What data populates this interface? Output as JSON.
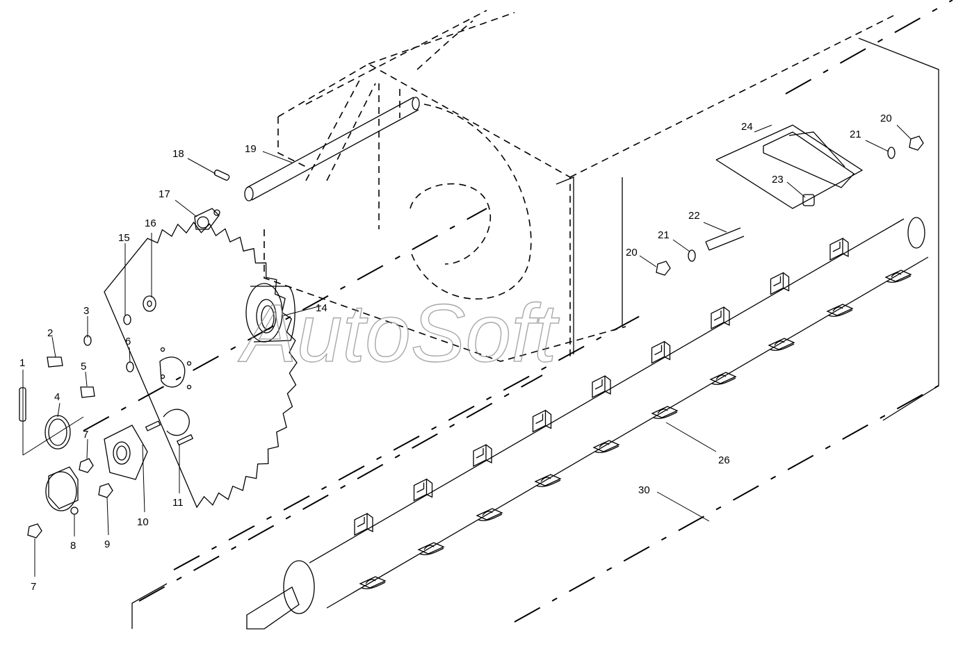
{
  "diagram": {
    "watermark": "AutoSoft",
    "callouts": [
      {
        "id": "c1",
        "text": "1"
      },
      {
        "id": "c2",
        "text": "2"
      },
      {
        "id": "c3",
        "text": "3"
      },
      {
        "id": "c4",
        "text": "4"
      },
      {
        "id": "c5",
        "text": "5"
      },
      {
        "id": "c6",
        "text": "6"
      },
      {
        "id": "c7a",
        "text": "7"
      },
      {
        "id": "c7b",
        "text": "7"
      },
      {
        "id": "c8",
        "text": "8"
      },
      {
        "id": "c9",
        "text": "9"
      },
      {
        "id": "c10",
        "text": "10"
      },
      {
        "id": "c11",
        "text": "11"
      },
      {
        "id": "c14",
        "text": "14"
      },
      {
        "id": "c15",
        "text": "15"
      },
      {
        "id": "c16",
        "text": "16"
      },
      {
        "id": "c17",
        "text": "17"
      },
      {
        "id": "c18",
        "text": "18"
      },
      {
        "id": "c19",
        "text": "19"
      },
      {
        "id": "c20a",
        "text": "20"
      },
      {
        "id": "c20b",
        "text": "20"
      },
      {
        "id": "c21a",
        "text": "21"
      },
      {
        "id": "c21b",
        "text": "21"
      },
      {
        "id": "c22",
        "text": "22"
      },
      {
        "id": "c23",
        "text": "23"
      },
      {
        "id": "c24",
        "text": "24"
      },
      {
        "id": "c26",
        "text": "26"
      },
      {
        "id": "c30",
        "text": "30"
      }
    ]
  }
}
